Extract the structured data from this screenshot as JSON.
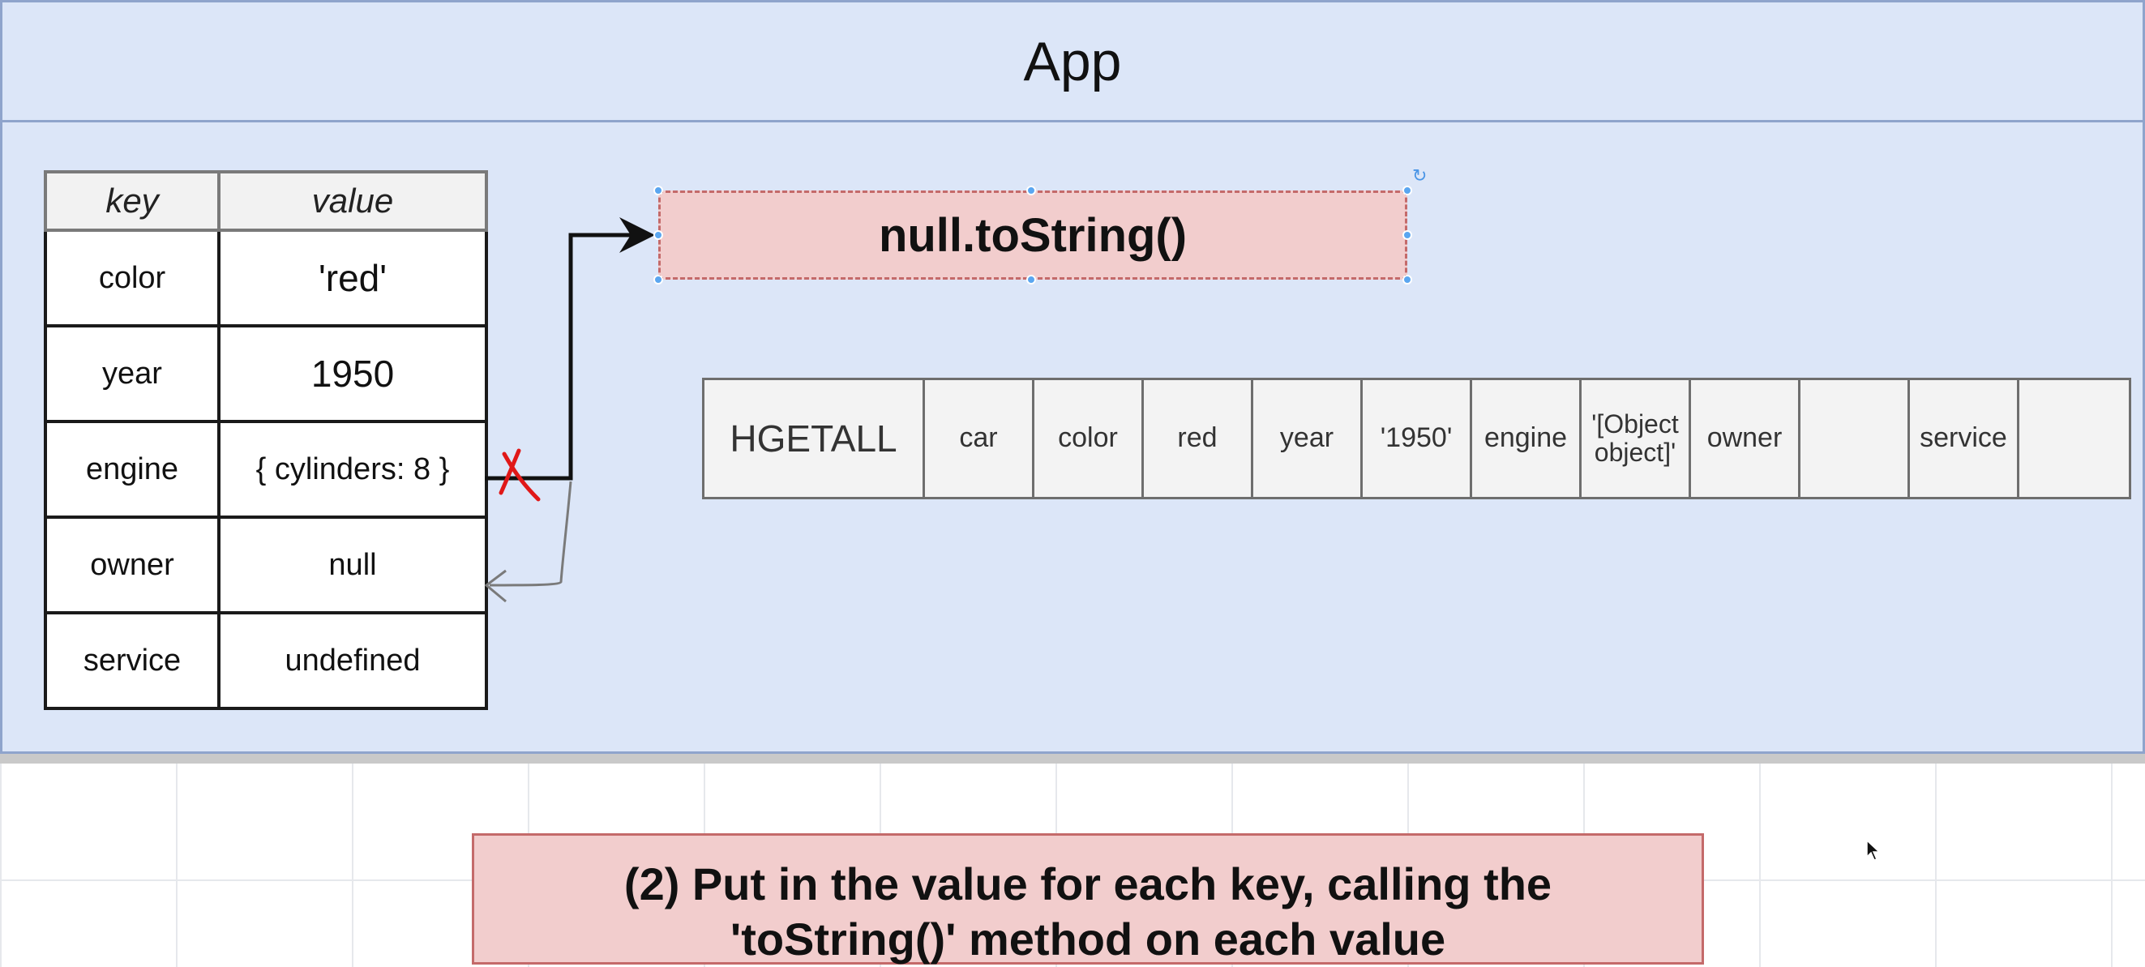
{
  "app": {
    "title": "App"
  },
  "table": {
    "headers": [
      "key",
      "value"
    ],
    "rows": [
      {
        "key": "color",
        "value": "'red'"
      },
      {
        "key": "year",
        "value": "1950"
      },
      {
        "key": "engine",
        "value": "{ cylinders: 8 }"
      },
      {
        "key": "owner",
        "value": "null"
      },
      {
        "key": "service",
        "value": "undefined"
      }
    ]
  },
  "null_box": {
    "label": "null.toString()"
  },
  "redis_row": {
    "cells": [
      "HGETALL",
      "car",
      "color",
      "red",
      "year",
      "'1950'",
      "engine",
      "'[Object object]'",
      "owner",
      "",
      "service",
      ""
    ]
  },
  "note": {
    "line1": "(2) Put in the value for each key, calling the",
    "line2": "'toString()' method on each value"
  },
  "colors": {
    "app_bg": "#dce6f8",
    "app_border": "#8fa4cc",
    "highlight_fill": "#f2cdcd",
    "highlight_border": "#c46a6a",
    "cross_mark": "#e01818",
    "selection_handle": "#5aa6f0"
  },
  "icons": [
    "red-x-mark-icon",
    "rotate-handle-icon",
    "mouse-pointer-icon"
  ]
}
